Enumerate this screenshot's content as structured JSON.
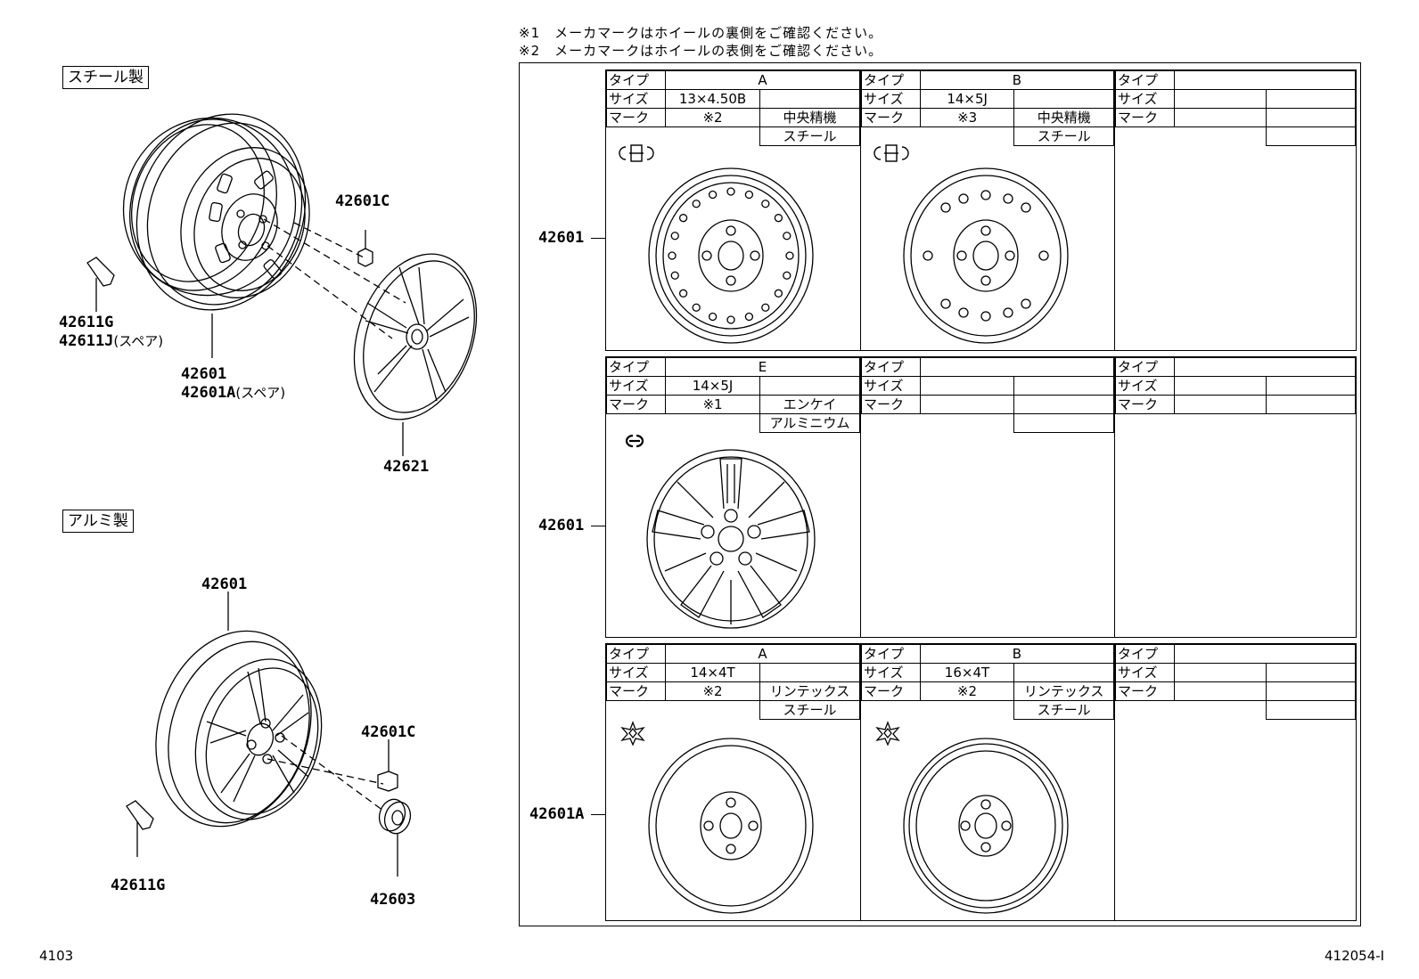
{
  "notes": [
    "※1　メーカマークはホイールの裏側をご確認ください。",
    "※2　メーカマークはホイールの表側をご確認ください。"
  ],
  "section_steel": "スチール製",
  "section_alum": "アルミ製",
  "steel_parts": {
    "p1": "42601C",
    "p2a": "42611G",
    "p2b": "42611J",
    "p2b_sub": "(スペア)",
    "p3a": "42601",
    "p3b": "42601A",
    "p3b_sub": "(スペア)",
    "p4": "42621"
  },
  "alum_parts": {
    "p1": "42601",
    "p2": "42601C",
    "p3": "42611G",
    "p4": "42603"
  },
  "row_labels": [
    "42601",
    "42601",
    "42601A"
  ],
  "spec_keys": {
    "type": "タイプ",
    "size": "サイズ",
    "mark": "マーク"
  },
  "table": {
    "r1": [
      {
        "type": "A",
        "size": "13×4.50B",
        "mark": "※2",
        "maker": "中央精機",
        "material": "スチール",
        "logo": "chuo-seiki-logo-icon"
      },
      {
        "type": "B",
        "size": "14×5J",
        "mark": "※3",
        "maker": "中央精機",
        "material": "スチール",
        "logo": "chuo-seiki-logo-icon"
      },
      {
        "type": "",
        "size": "",
        "mark": "",
        "maker": "",
        "material": ""
      }
    ],
    "r2": [
      {
        "type": "E",
        "size": "14×5J",
        "mark": "※1",
        "maker": "エンケイ",
        "material": "アルミニウム",
        "logo": "enkei-logo-icon"
      },
      {
        "type": "",
        "size": "",
        "mark": "",
        "maker": "",
        "material": ""
      },
      {
        "type": "",
        "size": "",
        "mark": "",
        "maker": "",
        "material": ""
      }
    ],
    "r3": [
      {
        "type": "A",
        "size": "14×4T",
        "mark": "※2",
        "maker": "リンテックス",
        "material": "スチール",
        "logo": "lintex-logo-icon"
      },
      {
        "type": "B",
        "size": "16×4T",
        "mark": "※2",
        "maker": "リンテックス",
        "material": "スチール",
        "logo": "lintex-logo-icon"
      },
      {
        "type": "",
        "size": "",
        "mark": "",
        "maker": "",
        "material": ""
      }
    ]
  },
  "footer_left": "4103",
  "footer_right": "412054-I"
}
